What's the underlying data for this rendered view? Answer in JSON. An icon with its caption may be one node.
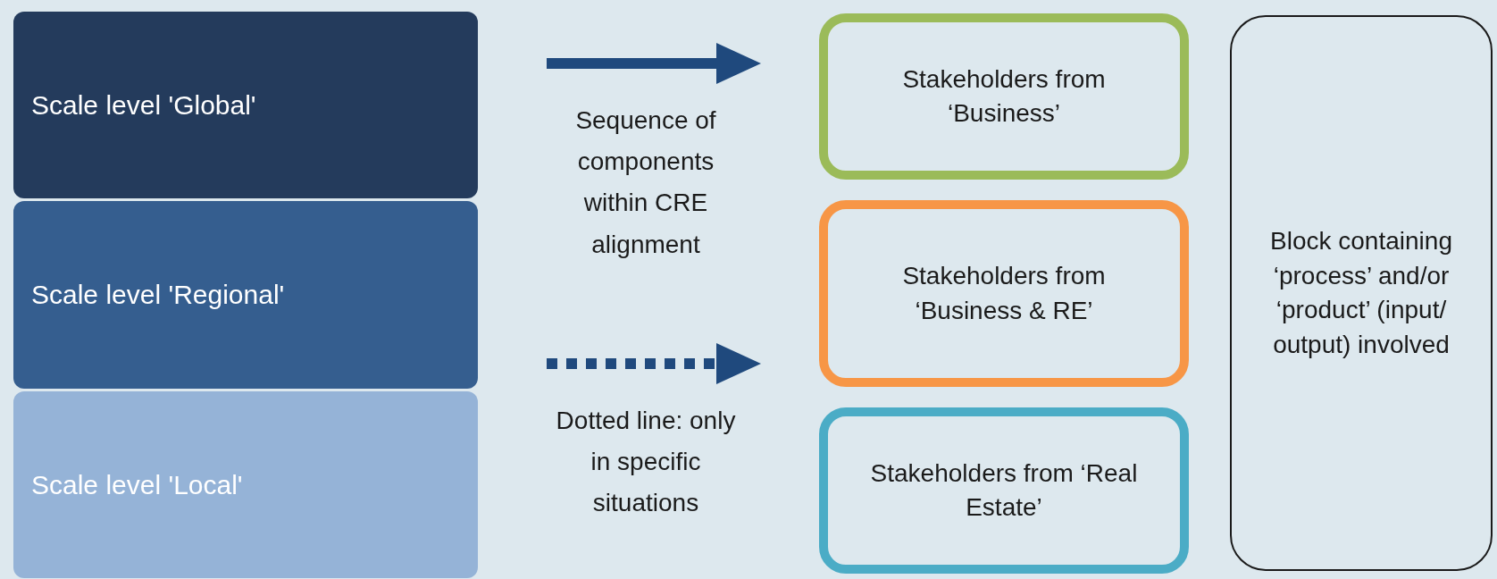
{
  "diagram": {
    "nodes": [
      {
        "text": [
          "Scale level 'Global'"
        ]
      },
      {
        "text": [
          "Scale level 'Regional'"
        ]
      },
      {
        "text": [
          "Scale level 'Local'"
        ]
      },
      {
        "text": [
          "Stakeholders from ‘Business’"
        ]
      },
      {
        "text": [
          "Stakeholders from ‘Business & RE’"
        ]
      },
      {
        "text": [
          "Stakeholders from ‘Real Estate’"
        ]
      },
      {
        "text": [
          "Block containing ‘process’ and/or ‘product’ (input/ output) involved"
        ]
      }
    ],
    "legend": [
      {
        "text": "Sequence of components within CRE alignment"
      },
      {
        "text": "Dotted line: only in specific situations"
      }
    ]
  }
}
